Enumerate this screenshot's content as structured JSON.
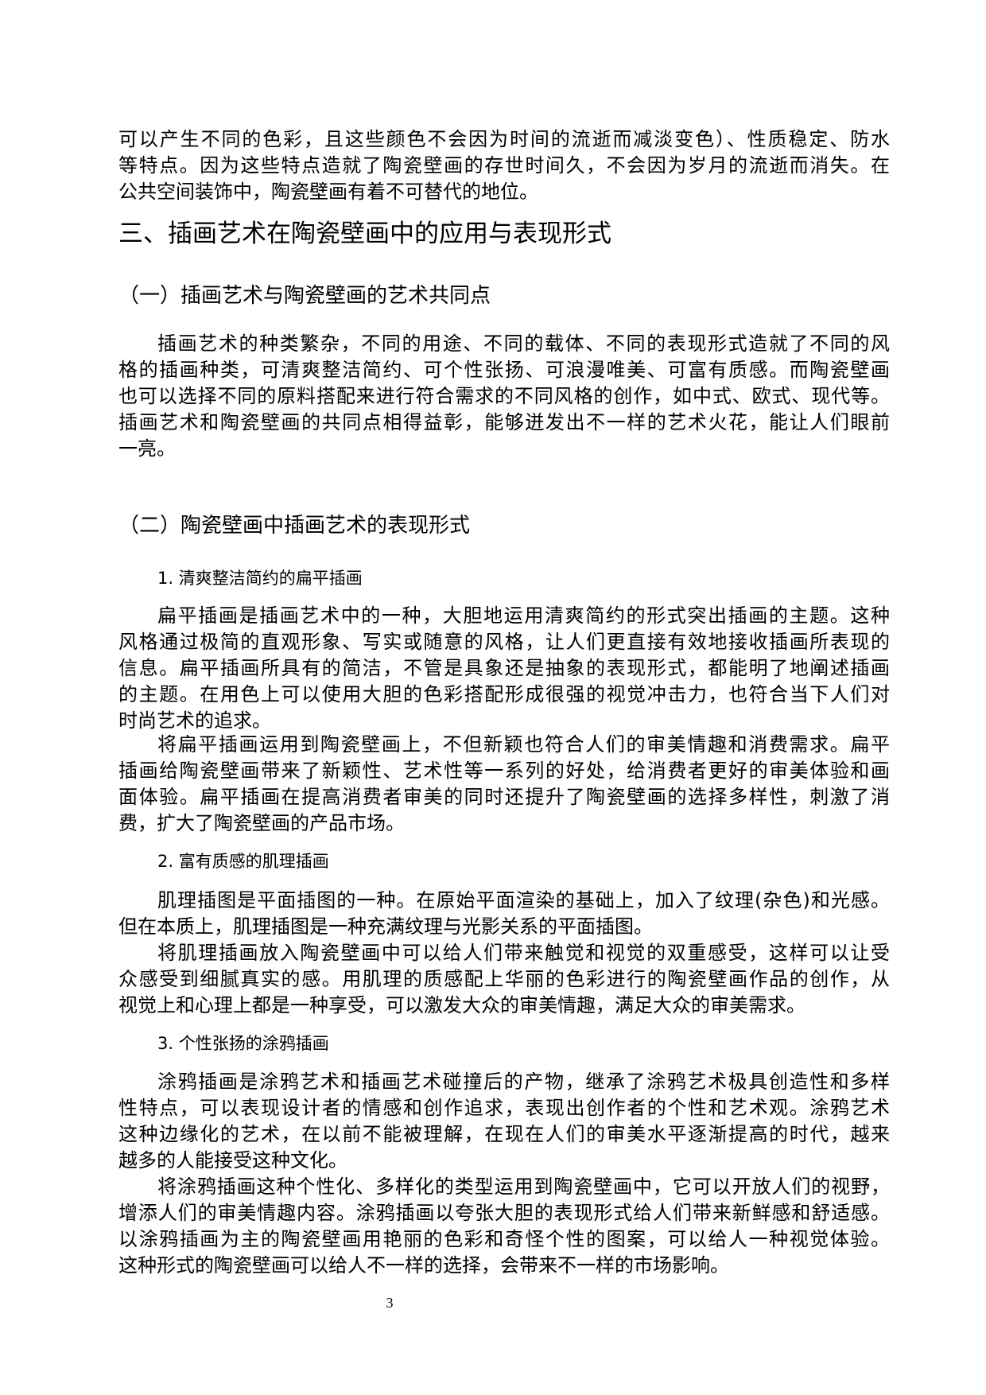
{
  "p0": [
    "可以产生不同的色彩，且这些颜色不会因为时间的流逝而减淡变色）、性质稳定、防水",
    "等特点。因为这些特点造就了陶瓷壁画的存世时间久，不会因为岁月的流逝而消失。在",
    "公共空间装饰中，陶瓷壁画有着不可替代的地位。"
  ],
  "h_section3": "三、插画艺术在陶瓷壁画中的应用与表现形式",
  "h_sub1": "（一）插画艺术与陶瓷壁画的艺术共同点",
  "p1": [
    "插画艺术的种类繁杂，不同的用途、不同的载体、不同的表现形式造就了不同的风",
    "格的插画种类，可清爽整洁简约、可个性张扬、可浪漫唯美、可富有质感。而陶瓷壁画",
    "也可以选择不同的原料搭配来进行符合需求的不同风格的创作，如中式、欧式、现代等。",
    "插画艺术和陶瓷壁画的共同点相得益彰，能够迸发出不一样的艺术火花，能让人们眼前",
    "一亮。"
  ],
  "h_sub2": "（二）陶瓷壁画中插画艺术的表现形式",
  "h_item1": "1.  清爽整洁简约的扁平插画",
  "p2": [
    "扁平插画是插画艺术中的一种，大胆地运用清爽简约的形式突出插画的主题。这种",
    "风格通过极简的直观形象、写实或随意的风格，让人们更直接有效地接收插画所表现的",
    "信息。扁平插画所具有的简洁，不管是具象还是抽象的表现形式，都能明了地阐述插画",
    "的主题。在用色上可以使用大胆的色彩搭配形成很强的视觉冲击力，也符合当下人们对",
    "时尚艺术的追求。"
  ],
  "p3": [
    "将扁平插画运用到陶瓷壁画上，不但新颖也符合人们的审美情趣和消费需求。扁平",
    "插画给陶瓷壁画带来了新颖性、艺术性等一系列的好处，给消费者更好的审美体验和画",
    "面体验。扁平插画在提高消费者审美的同时还提升了陶瓷壁画的选择多样性，刺激了消",
    "费，扩大了陶瓷壁画的产品市场。"
  ],
  "h_item2": "2.  富有质感的肌理插画",
  "p4": [
    "肌理插图是平面插图的一种。在原始平面渲染的基础上，加入了纹理(杂色)和光感。",
    "但在本质上，肌理插图是一种充满纹理与光影关系的平面插图。"
  ],
  "p5": [
    "将肌理插画放入陶瓷壁画中可以给人们带来触觉和视觉的双重感受，这样可以让受",
    "众感受到细腻真实的感。用肌理的质感配上华丽的色彩进行的陶瓷壁画作品的创作，从",
    "视觉上和心理上都是一种享受，可以激发大众的审美情趣，满足大众的审美需求。"
  ],
  "h_item3": "3.  个性张扬的涂鸦插画",
  "p6": [
    "涂鸦插画是涂鸦艺术和插画艺术碰撞后的产物，继承了涂鸦艺术极具创造性和多样",
    "性特点，可以表现设计者的情感和创作追求，表现出创作者的个性和艺术观。涂鸦艺术",
    "这种边缘化的艺术，在以前不能被理解，在现在人们的审美水平逐渐提高的时代，越来",
    "越多的人能接受这种文化。"
  ],
  "p7": [
    "将涂鸦插画这种个性化、多样化的类型运用到陶瓷壁画中，它可以开放人们的视野，",
    "增添人们的审美情趣内容。涂鸦插画以夸张大胆的表现形式给人们带来新鲜感和舒适感。",
    "以涂鸦插画为主的陶瓷壁画用艳丽的色彩和奇怪个性的图案，可以给人一种视觉体验。",
    "这种形式的陶瓷壁画可以给人不一样的选择，会带来不一样的市场影响。"
  ],
  "page_number": "3"
}
